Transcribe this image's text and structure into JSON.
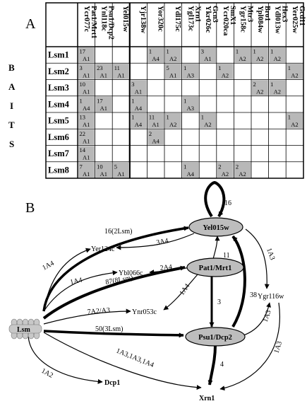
{
  "panel_a": {
    "letter": "A",
    "side_label": [
      "B",
      "A",
      "I",
      "T",
      "S"
    ],
    "columns": [
      [
        "Ycr077c",
        "Pat1/Mrt1"
      ],
      [
        "Ynl118c",
        "Psu1/Dcp2"
      ],
      [
        "Yel015w"
      ],
      [
        "Yjr138w"
      ],
      [
        "Yor320c"
      ],
      [
        "Ydl175c"
      ],
      [
        "Ygl173c",
        "Xrn1"
      ],
      [
        "Ykr026c",
        "Gcn3"
      ],
      [
        "Ycr020ca",
        "SmX1"
      ],
      [
        "Ygr158c",
        "Mtr3"
      ],
      [
        "Ypl084w",
        "Bro1"
      ],
      [
        "Ydl013w",
        "Hex3"
      ],
      [
        "Yer025w",
        "Gcd11"
      ]
    ],
    "rows": [
      {
        "label": "Lsm1",
        "cells": [
          [
            "17",
            "A1"
          ],
          null,
          null,
          null,
          [
            "1",
            "A4"
          ],
          [
            "1",
            "A2"
          ],
          null,
          [
            "3",
            "A1"
          ],
          null,
          [
            "1",
            "A2"
          ],
          [
            "1",
            "A2"
          ],
          [
            "1",
            "A2"
          ],
          null
        ]
      },
      {
        "label": "Lsm2",
        "cells": [
          [
            "3",
            "A1"
          ],
          [
            "23",
            "A1"
          ],
          [
            "11",
            "A1"
          ],
          null,
          null,
          [
            "5",
            "A1"
          ],
          [
            "1",
            "A3"
          ],
          null,
          [
            "1",
            "A2"
          ],
          null,
          null,
          null,
          [
            "1",
            "A2"
          ]
        ]
      },
      {
        "label": "Lsm3",
        "cells": [
          [
            "10",
            "A1"
          ],
          null,
          null,
          [
            "3",
            "A1"
          ],
          null,
          null,
          null,
          null,
          null,
          null,
          [
            "2",
            "A2"
          ],
          [
            "1",
            "A2"
          ],
          null
        ]
      },
      {
        "label": "Lsm4",
        "cells": [
          [
            "1",
            "A4"
          ],
          [
            "17",
            "A1"
          ],
          null,
          [
            "1",
            "A4"
          ],
          null,
          null,
          [
            "1",
            "A3"
          ],
          null,
          null,
          null,
          null,
          null,
          null
        ]
      },
      {
        "label": "Lsm5",
        "cells": [
          [
            "13",
            "A1"
          ],
          null,
          null,
          [
            "1",
            "A4"
          ],
          [
            "11",
            "A1"
          ],
          [
            "1",
            "A2"
          ],
          null,
          [
            "1",
            "A2"
          ],
          null,
          null,
          null,
          null,
          [
            "1",
            "A2"
          ]
        ]
      },
      {
        "label": "Lsm6",
        "cells": [
          [
            "22",
            "A1"
          ],
          null,
          null,
          null,
          [
            "2",
            "A4"
          ],
          null,
          null,
          null,
          null,
          null,
          null,
          null,
          null
        ]
      },
      {
        "label": "Lsm7",
        "cells": [
          [
            "14",
            "A1"
          ],
          null,
          null,
          null,
          null,
          null,
          null,
          null,
          null,
          null,
          null,
          null,
          null
        ]
      },
      {
        "label": "Lsm8",
        "cells": [
          [
            "7",
            "A1"
          ],
          [
            "10",
            "A1"
          ],
          [
            "5",
            "A1"
          ],
          null,
          null,
          null,
          [
            "1",
            "A4"
          ],
          null,
          [
            "2",
            "A2"
          ],
          [
            "2",
            "A2"
          ],
          null,
          null,
          null
        ]
      }
    ]
  },
  "panel_b": {
    "letter": "B",
    "nodes": {
      "lsm": "Lsm",
      "yel015w": "Yel015w",
      "pat1": "Pat1/Mrt1",
      "psu1": "Psu1/Dcp2",
      "yer124c": "Yer124c",
      "ybl066c": "Ybl066c",
      "ynr053c": "Ynr053c",
      "ygr116w": "Ygr116w",
      "dcp1": "Dcp1",
      "xrn1": "Xrn1"
    },
    "edge_labels": {
      "self_yel": "16",
      "lsm_yel": "16(2Lsm)",
      "yel_yer": "3A4",
      "lsm_yer": "1A4",
      "lsm_ybl": "1A4",
      "pat_ybl": "2A4",
      "lsm_pat": "87(8Lsm)",
      "pat_ynr": "1A4",
      "lsm_ynr": "7A2/A3",
      "lsm_psu": "50(3Lsm)",
      "pat_yel": "11",
      "pat_psu": "3",
      "psu_yel": "38",
      "yel_ygr": "1A3",
      "psu_ygr": "1A3",
      "lsm_xrn": "1A3,1A3,1A4",
      "ygr_xrn": "1A3",
      "psu_xrn": "4",
      "lsm_dcp": "1A2"
    }
  },
  "colors": {
    "cell_fill": "#b8b8b8",
    "node_fill": "#bdbdbd",
    "line": "#000000"
  }
}
